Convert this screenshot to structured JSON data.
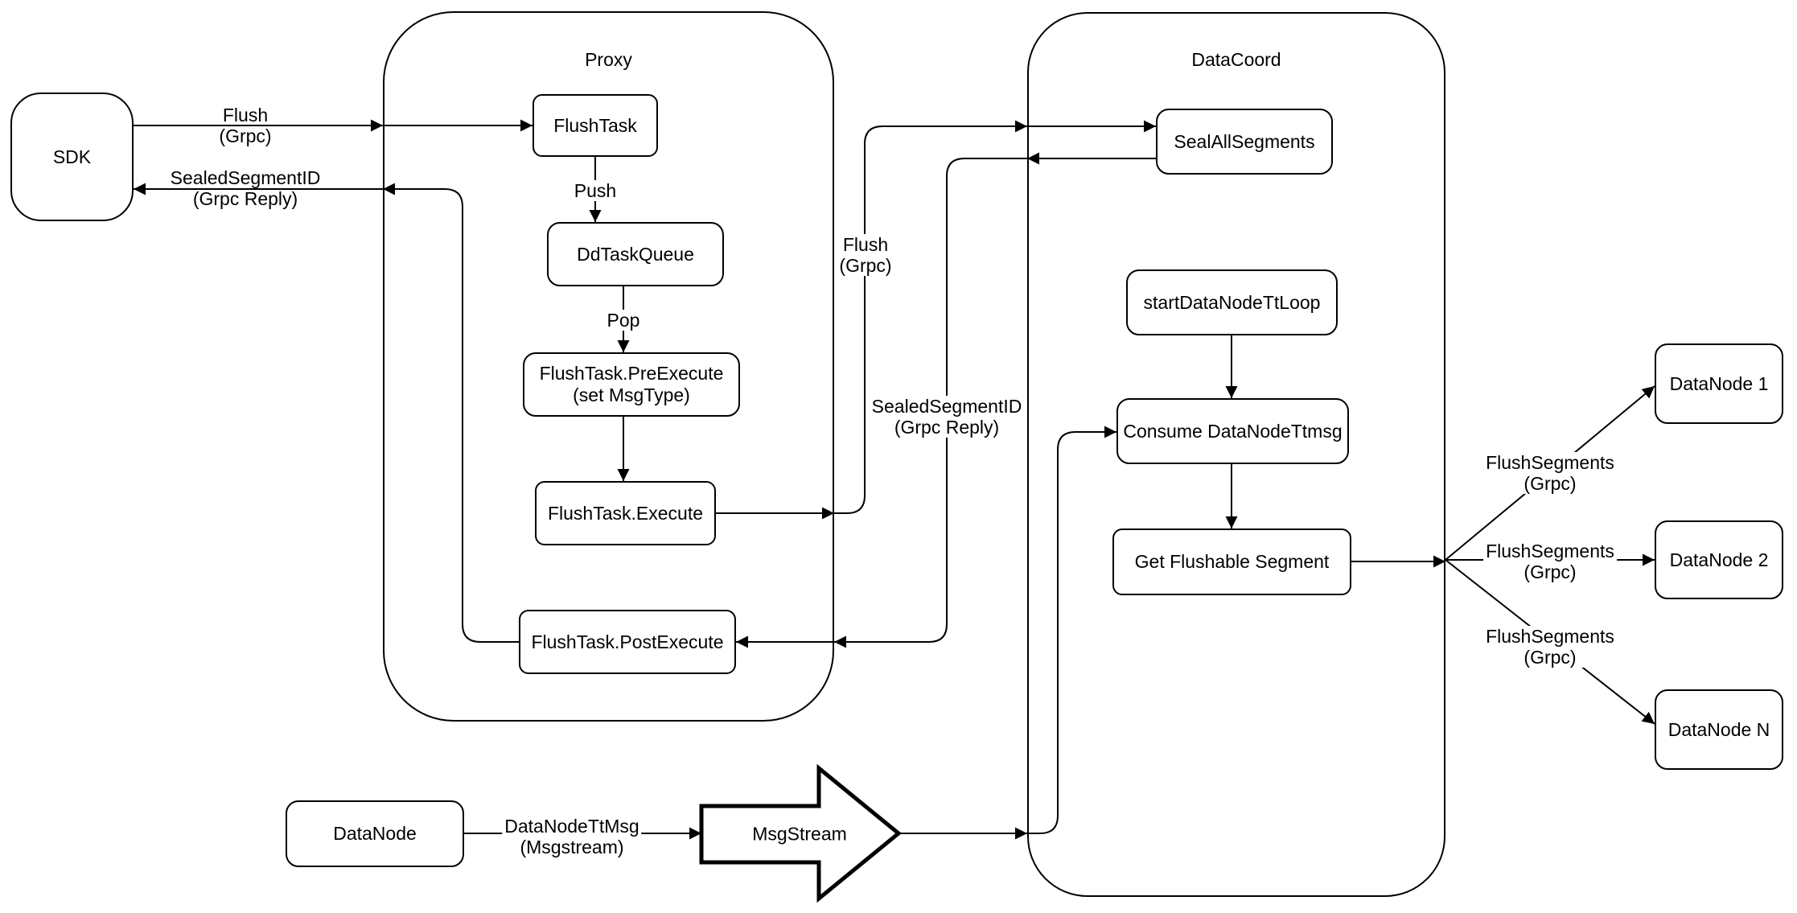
{
  "colors": {
    "stroke": "#000000",
    "fill": "#ffffff",
    "background": "#ffffff"
  },
  "containers": {
    "proxy": {
      "title": "Proxy"
    },
    "datacoord": {
      "title": "DataCoord"
    }
  },
  "nodes": {
    "sdk": {
      "label": "SDK"
    },
    "flush_task": {
      "label": "FlushTask"
    },
    "dd_task_queue": {
      "label": "DdTaskQueue"
    },
    "pre_execute": {
      "label": "FlushTask.PreExecute",
      "sublabel": "(set MsgType)"
    },
    "execute": {
      "label": "FlushTask.Execute"
    },
    "post_execute": {
      "label": "FlushTask.PostExecute"
    },
    "seal_all_segments": {
      "label": "SealAllSegments"
    },
    "start_data_node_tt_loop": {
      "label": "startDataNodeTtLoop"
    },
    "consume_data_node_ttmsg": {
      "label": "Consume DataNodeTtmsg"
    },
    "get_flushable_segment": {
      "label": "Get Flushable Segment"
    },
    "data_node_1": {
      "label": "DataNode 1"
    },
    "data_node_2": {
      "label": "DataNode 2"
    },
    "data_node_n": {
      "label": "DataNode N"
    },
    "data_node": {
      "label": "DataNode"
    },
    "msg_stream": {
      "label": "MsgStream"
    }
  },
  "edge_labels": {
    "flush_sdk_proxy": {
      "line1": "Flush",
      "line2": "(Grpc)"
    },
    "sealed_segment_reply_sdk": {
      "line1": "SealedSegmentID",
      "line2": "(Grpc Reply)"
    },
    "push": {
      "line1": "Push",
      "line2": ""
    },
    "pop": {
      "line1": "Pop",
      "line2": ""
    },
    "flush_proxy_datacoord": {
      "line1": "Flush",
      "line2": "(Grpc)"
    },
    "sealed_segment_reply_datacoord": {
      "line1": "SealedSegmentID",
      "line2": "(Grpc Reply)"
    },
    "flush_segments_1": {
      "line1": "FlushSegments",
      "line2": "(Grpc)"
    },
    "flush_segments_2": {
      "line1": "FlushSegments",
      "line2": "(Grpc)"
    },
    "flush_segments_3": {
      "line1": "FlushSegments",
      "line2": "(Grpc)"
    },
    "data_node_tt_msg": {
      "line1": "DataNodeTtMsg",
      "line2": "(Msgstream)"
    }
  }
}
